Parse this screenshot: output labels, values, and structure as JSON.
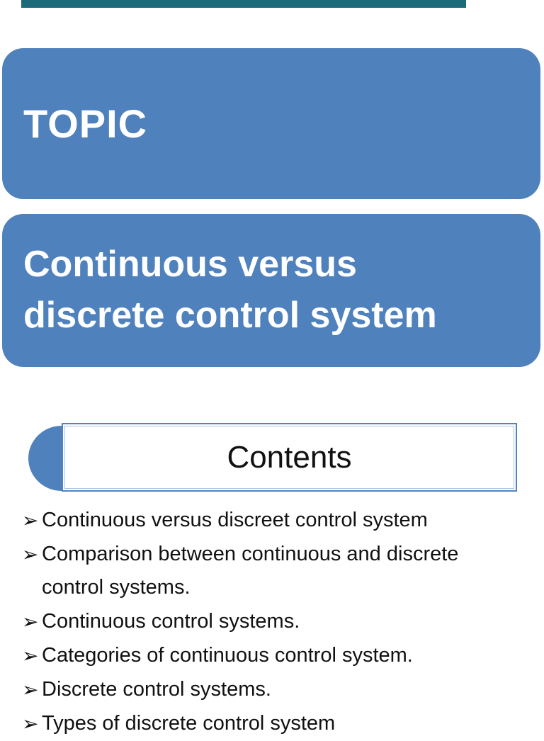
{
  "colors": {
    "accent": "#4f81bd",
    "contents_border": "#5282bf",
    "viewer_bar": "#1c6b7a",
    "text": "#111111"
  },
  "slide": {
    "topic_label": "TOPIC",
    "title_line1": "Continuous versus",
    "title_line2": "discrete control system",
    "contents_heading": "Contents",
    "bullet_glyph": "➢",
    "bullets": [
      "Continuous versus discreet control system",
      "Comparison between continuous and discrete control systems.",
      "Continuous control systems.",
      "Categories of continuous control system.",
      "Discrete control systems.",
      "Types of discrete control system"
    ]
  }
}
